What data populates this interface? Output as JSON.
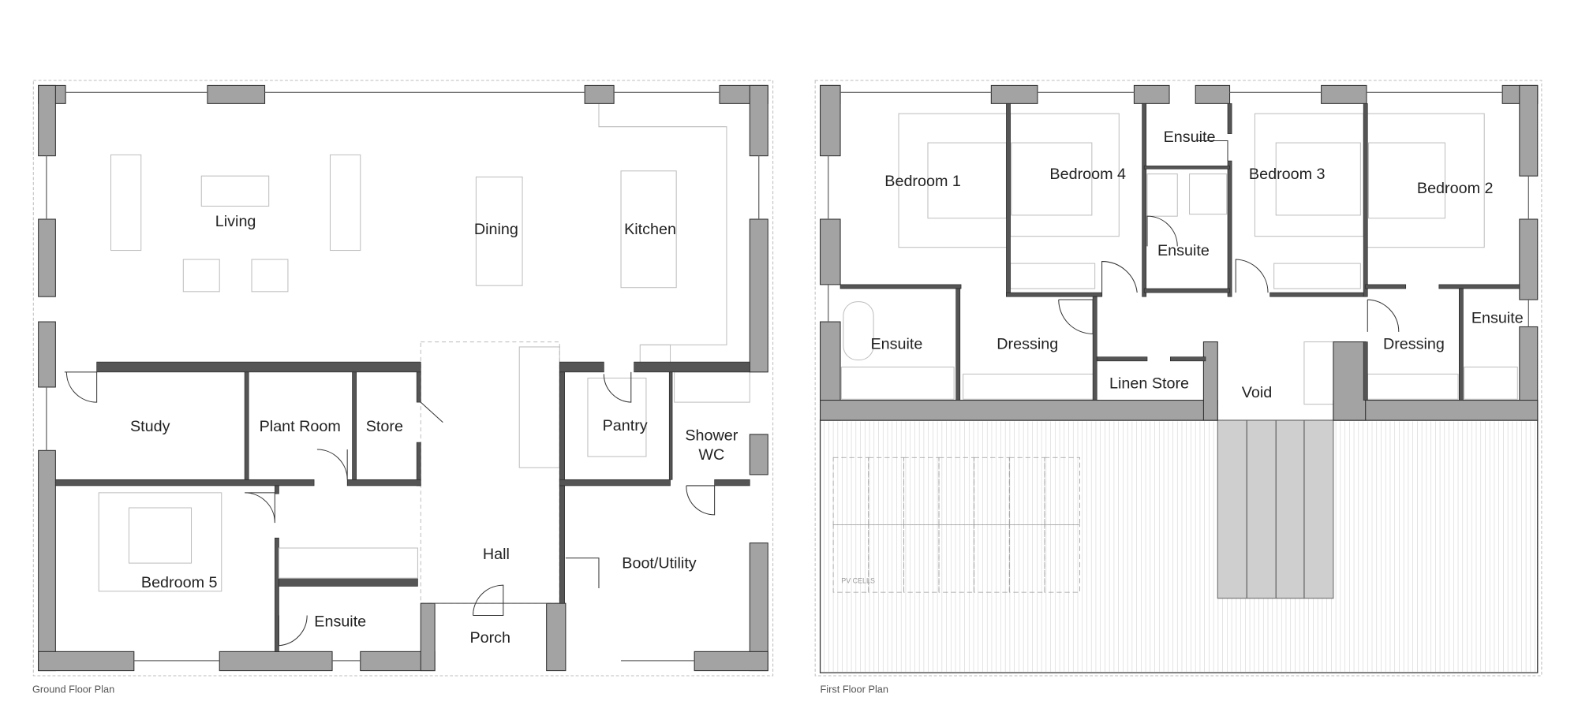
{
  "ground_floor": {
    "caption": "Ground Floor Plan",
    "rooms": {
      "living": "Living",
      "dining": "Dining",
      "kitchen": "Kitchen",
      "study": "Study",
      "plant_room": "Plant Room",
      "store": "Store",
      "pantry": "Pantry",
      "shower": "Shower",
      "wc": "WC",
      "bedroom5": "Bedroom 5",
      "hall": "Hall",
      "boot_utility": "Boot/Utility",
      "ensuite": "Ensuite",
      "porch": "Porch"
    }
  },
  "first_floor": {
    "caption": "First Floor Plan",
    "pv_label": "PV CELLS",
    "rooms": {
      "bedroom1": "Bedroom 1",
      "bedroom4": "Bedroom 4",
      "ensuite_top": "Ensuite",
      "ensuite_mid": "Ensuite",
      "bedroom3": "Bedroom 3",
      "bedroom2": "Bedroom 2",
      "ensuite_left": "Ensuite",
      "dressing_left": "Dressing",
      "linen_store": "Linen Store",
      "void": "Void",
      "dressing_right": "Dressing",
      "ensuite_right": "Ensuite"
    }
  }
}
